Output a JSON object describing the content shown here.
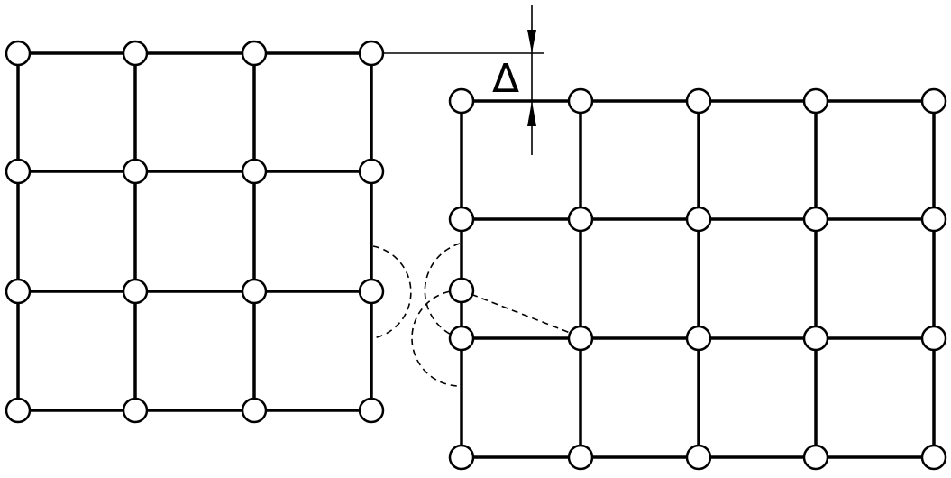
{
  "diagram": {
    "dimension_label": "Δ",
    "left_grid": {
      "cols": 4,
      "rows": 4
    },
    "right_grid": {
      "cols": 5,
      "rows": 4
    },
    "colors": {
      "line": "#000000",
      "node_fill": "#ffffff",
      "background": "#ffffff"
    }
  }
}
